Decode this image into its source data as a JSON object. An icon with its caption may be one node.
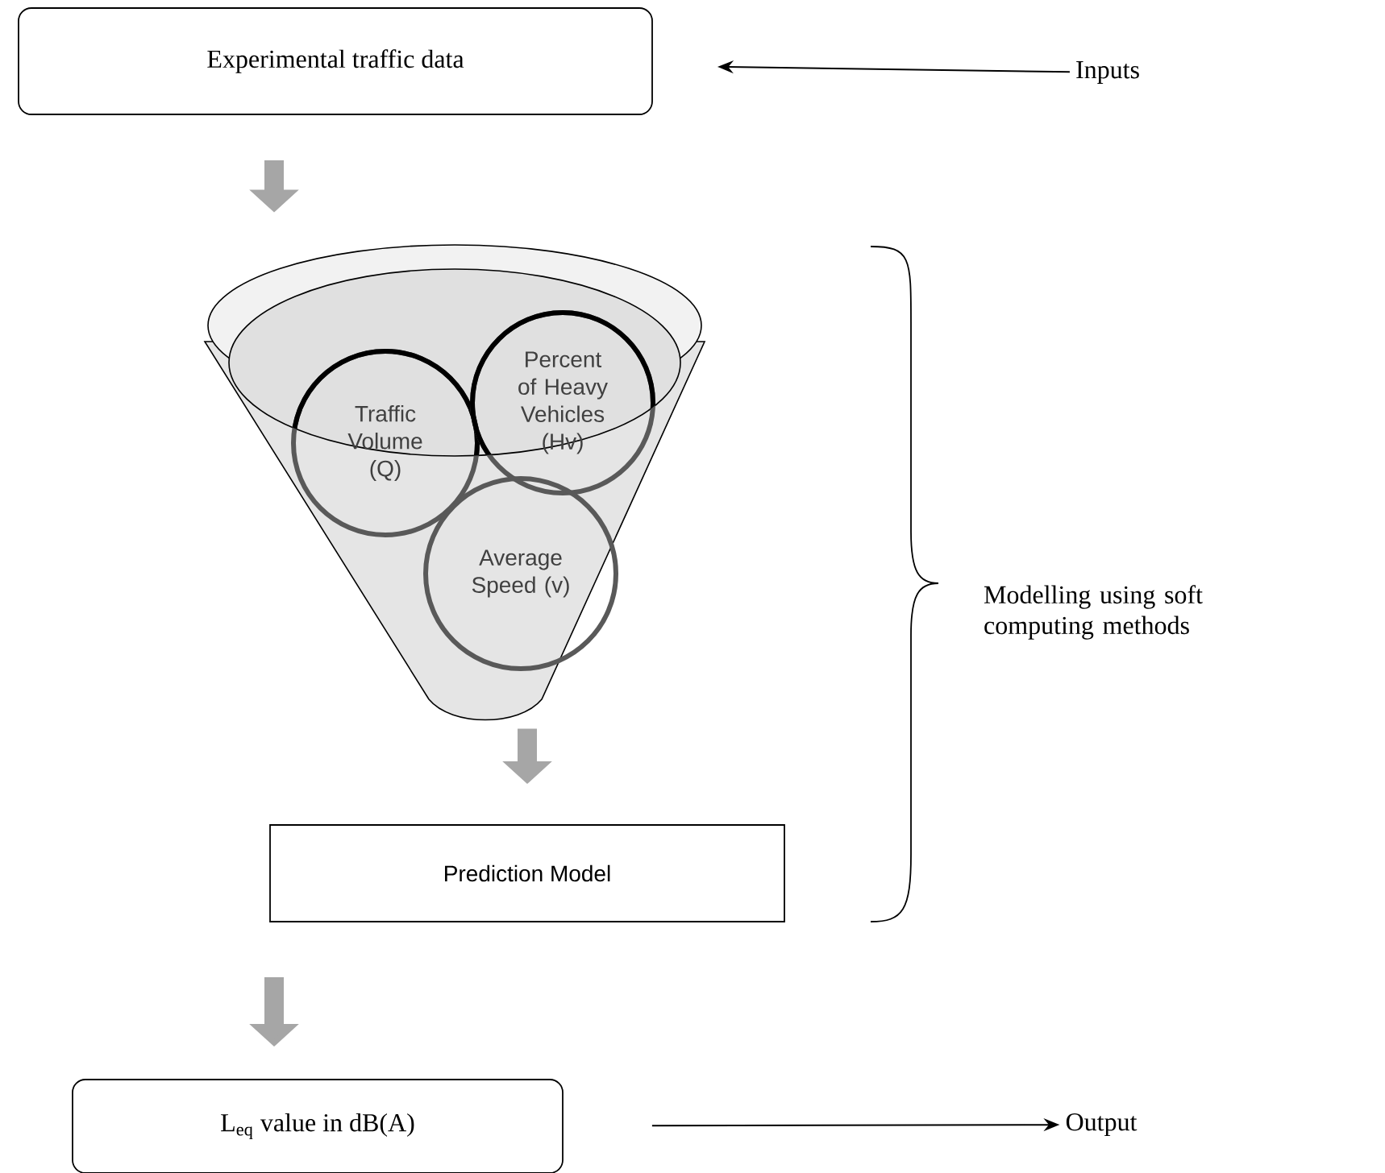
{
  "diagram": {
    "nodes": [
      {
        "text": [
          "Experimental traffic data"
        ]
      },
      {
        "text": [
          "Inputs"
        ]
      },
      {
        "text": [],
        "shape": "funnel"
      },
      {
        "text": [
          "Traffic Volume (Q)"
        ],
        "in": 2
      },
      {
        "text": [
          "Percent of Heavy Vehicles (Hv)"
        ],
        "in": 2
      },
      {
        "text": [
          "Average Speed (v)"
        ],
        "in": 2
      },
      {
        "text": [
          "Prediction Model"
        ]
      },
      {
        "text": [
          "L$_{eq}$ value in dB(A)"
        ]
      },
      {
        "text": [
          "Output"
        ]
      }
    ],
    "edges": [
      {
        "from": 1,
        "to": 0,
        "arrow": "to",
        "color": "#000000"
      },
      {
        "from": 0,
        "to": 2,
        "arrow": "to"
      },
      {
        "from": 2,
        "to": 6,
        "arrow": "to"
      },
      {
        "from": 6,
        "to": 7,
        "arrow": "to"
      },
      {
        "from": 7,
        "to": 8,
        "arrow": "to",
        "color": "#000000"
      }
    ],
    "labels": [
      "Modelling using soft computing methods"
    ]
  }
}
